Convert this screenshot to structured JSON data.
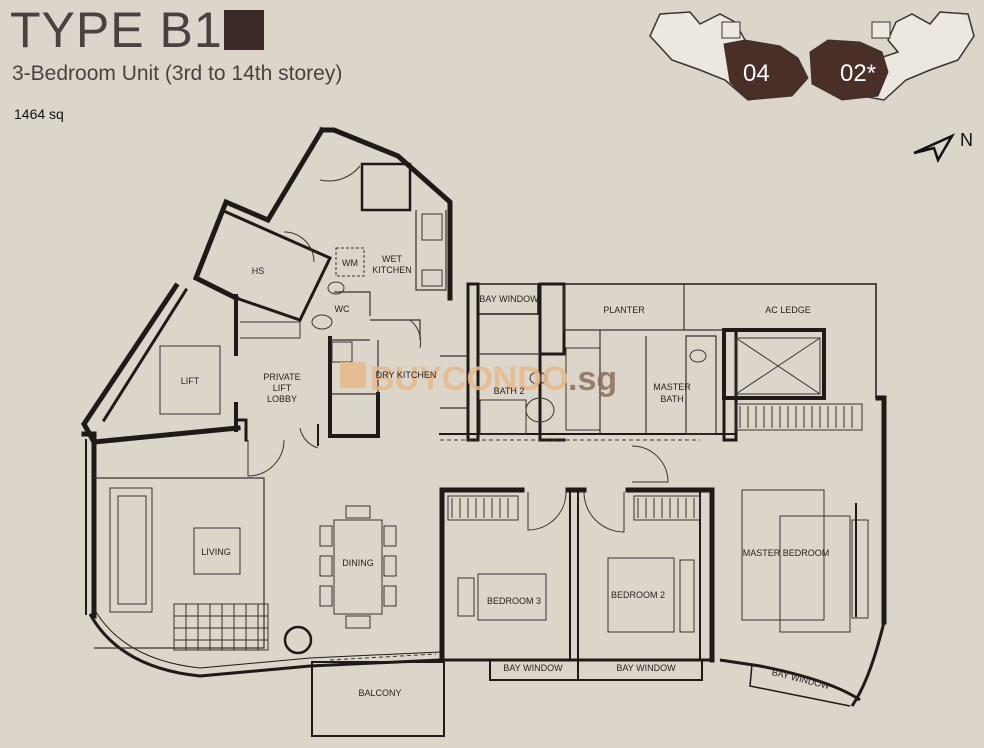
{
  "header": {
    "title": "TYPE B1",
    "title_swatch_color": "#3b2a25",
    "subtitle": "3-Bedroom Unit (3rd to 14th storey)",
    "area": "1464 sq"
  },
  "key_plan": {
    "units": [
      "04",
      "02*"
    ],
    "unit_color": "#4a2e28"
  },
  "compass": {
    "label": "N"
  },
  "watermark": {
    "brand": "BUYCONDO",
    "suffix": ".sg",
    "color": "#e7b98a"
  },
  "rooms": {
    "hs": "HS",
    "wm": "WM",
    "wet_kitchen": [
      "WET",
      "KITCHEN"
    ],
    "wc": "WC",
    "lift": "LIFT",
    "private_lift_lobby": [
      "PRIVATE",
      "LIFT",
      "LOBBY"
    ],
    "dry_kitchen": "DRY KITCHEN",
    "bay_window_bath": "BAY WINDOW",
    "bath2": "BATH 2",
    "planter": "PLANTER",
    "ac_ledge": "AC LEDGE",
    "master_bath": [
      "MASTER",
      "BATH"
    ],
    "living": "LIVING",
    "dining": "DINING",
    "bedroom3": "BEDROOM 3",
    "bedroom2": "BEDROOM 2",
    "master_bedroom": "MASTER BEDROOM",
    "bay_window_1": "BAY WINDOW",
    "bay_window_2": "BAY WINDOW",
    "bay_window_3": "BAY WINDOW",
    "balcony": "BALCONY"
  }
}
